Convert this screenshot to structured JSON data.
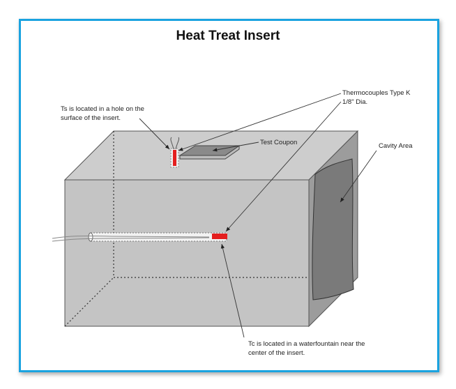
{
  "title": "Heat Treat Insert",
  "labels": {
    "ts_line1": "Ts is located in a hole on the",
    "ts_line2": "surface of  the insert.",
    "thermo_line1": "Thermocouples Type K",
    "thermo_line2": "1/8\" Dia.",
    "test_coupon": "Test Coupon",
    "cavity": "Cavity Area",
    "tc_line1": "Tc is located in a waterfountain near the",
    "tc_line2": "center of the insert."
  },
  "colors": {
    "border": "#1aa3e0",
    "thermocouple": "#e41e1e",
    "face_front": "#c4c4c4",
    "face_top": "#cfcfcf",
    "face_side": "#9a9a9a",
    "cavity": "#7a7a7a"
  }
}
